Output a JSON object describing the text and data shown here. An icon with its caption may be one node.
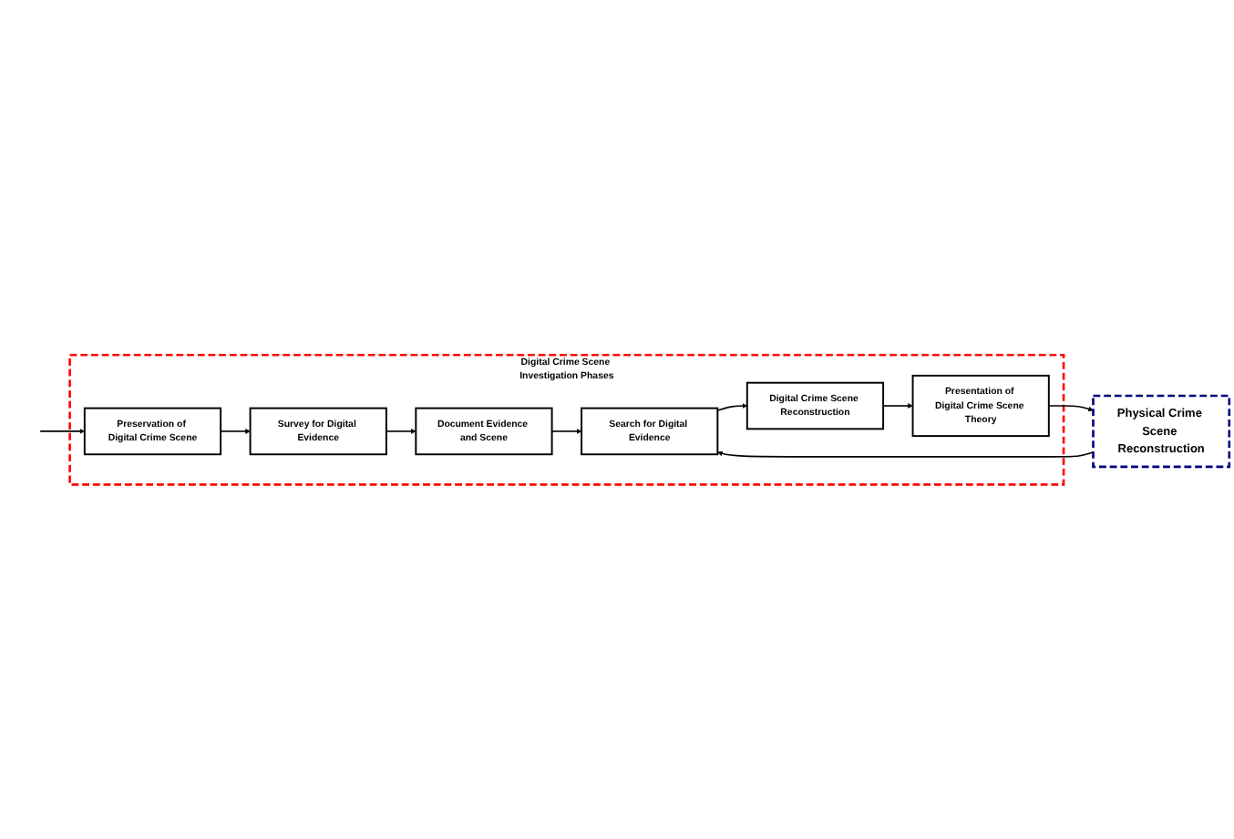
{
  "diagram": {
    "nodes": [
      {
        "text": [
          "Digital Crime Scene Investigation Phases"
        ]
      },
      {
        "text": [
          "Preservation of Digital Crime Scene"
        ],
        "in": 0
      },
      {
        "text": [
          "Survey for Digital Evidence"
        ],
        "in": 0
      },
      {
        "text": [
          "Document Evidence and Scene"
        ],
        "in": 0
      },
      {
        "text": [
          "Search for Digital Evidence"
        ],
        "in": 0
      },
      {
        "text": [
          "Digital Crime Scene Reconstruction"
        ],
        "in": 0
      },
      {
        "text": [
          "Presentation of Digital Crime Scene Theory"
        ],
        "in": 0
      },
      {
        "text": [
          "Physical Crime Scene Reconstruction"
        ]
      }
    ],
    "edges": [
      {
        "from": null,
        "to": 1,
        "arrow": "to"
      },
      {
        "from": 1,
        "to": 2,
        "arrow": "to"
      },
      {
        "from": 2,
        "to": 3,
        "arrow": "to"
      },
      {
        "from": 3,
        "to": 4,
        "arrow": "to"
      },
      {
        "from": 4,
        "to": 5,
        "arrow": "to"
      },
      {
        "from": 5,
        "to": 6,
        "arrow": "to"
      },
      {
        "from": 6,
        "to": 7,
        "arrow": "to"
      },
      {
        "from": 7,
        "to": 4,
        "arrow": "to"
      }
    ]
  }
}
